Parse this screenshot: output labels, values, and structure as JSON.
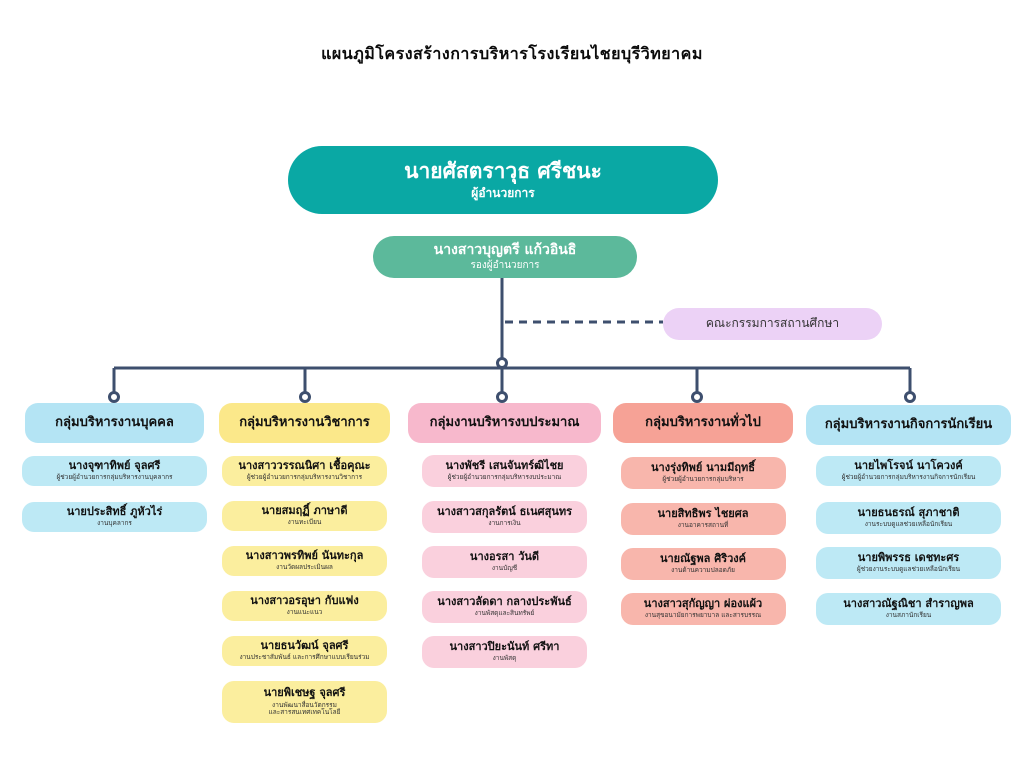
{
  "title": "แผนภูมิโครงสร้างการบริหารโรงเรียนไชยบุรีวิทยาคม",
  "colors": {
    "line": "#3e4f6e",
    "director": "#0aa8a4",
    "deputy": "#5cb99b",
    "committee": "#ecd2f6"
  },
  "director": {
    "name": "นายศัสตราวุธ ศรีชนะ",
    "role": "ผู้อำนวยการ"
  },
  "deputy": {
    "name": "นางสาวบุญตรี แก้วอินธิ",
    "role": "รองผู้อำนวยการ"
  },
  "committee": {
    "name": "คณะกรรมการสถานศึกษา"
  },
  "groups": [
    {
      "title": "กลุ่มบริหารงานบุคคล",
      "head_color": "#b4e4f4",
      "member_color": "#bde9f5",
      "members": [
        {
          "name": "นางจุฑาทิพย์ จุลศรี",
          "role": "ผู้ช่วยผู้อำนวยการกลุ่มบริหารงานบุคลากร"
        },
        {
          "name": "นายประสิทธิ์ ภูหัวไร่",
          "role": "งานบุคลากร"
        }
      ]
    },
    {
      "title": "กลุ่มบริหารงานวิชาการ",
      "head_color": "#fbe88a",
      "member_color": "#fbee9e",
      "members": [
        {
          "name": "นางสาววรรณนิศา เชื้อคุณะ",
          "role": "ผู้ช่วยผู้อำนวยการกลุ่มบริหารงานวิชาการ"
        },
        {
          "name": "นายสมฤฏิ์ ภาษาดี",
          "role": "งานทะเบียน"
        },
        {
          "name": "นางสาวพรทิพย์ นันทะกุล",
          "role": "งานวัดผลประเมินผล"
        },
        {
          "name": "นางสาวอรอุษา กับแฟง",
          "role": "งานแนะแนว"
        },
        {
          "name": "นายธนวัฒน์ จุลศรี",
          "role": "งานประชาสัมพันธ์ และการศึกษาแบบเรียนร่วม"
        },
        {
          "name": "นายพิเชษฐ จุลศรี",
          "role": "งานพัฒนาสื่อนวัตกรรม",
          "role2": "และสารสนเทศเทคโนโลยี"
        }
      ]
    },
    {
      "title": "กลุ่มงานบริหารงบประมาณ",
      "head_color": "#f7b8cc",
      "member_color": "#fad0dd",
      "members": [
        {
          "name": "นางพัชรี เสนจันทร์ฒิไชย",
          "role": "ผู้ช่วยผู้อำนวยการกลุ่มบริหารงบประมาณ"
        },
        {
          "name": "นางสาวสกุลรัตน์ ธเนศสุนทร",
          "role": "งานการเงิน"
        },
        {
          "name": "นางอรสา วันดี",
          "role": "งานบัญชี"
        },
        {
          "name": "นางสาวลัดดา กลางประพันธ์",
          "role": "งานพัสดุและสินทรัพย์"
        },
        {
          "name": "นางสาวปิยะนันท์ ศรีทา",
          "role": "งานพัสดุ"
        }
      ]
    },
    {
      "title": "กลุ่มบริหารงานทั่วไป",
      "head_color": "#f6a296",
      "member_color": "#f8b6ac",
      "members": [
        {
          "name": "นางรุ่งทิพย์ นามมีฤทธิ์",
          "role": "ผู้ช่วยผู้อำนวยการกลุ่มบริหาร"
        },
        {
          "name": "นายสิทธิพร ไชยศล",
          "role": "งานอาคารสถานที่"
        },
        {
          "name": "นายณัฐพล ศิริวงค์",
          "role": "งานด้านความปลอดภัย"
        },
        {
          "name": "นางสาวสุกัญญา ผ่องแผ้ว",
          "role": "งานสุขอนามัยการพยาบาล และสารบรรณ"
        }
      ]
    },
    {
      "title": "กลุ่มบริหารงานกิจการนักเรียน",
      "head_color": "#b4e4f4",
      "member_color": "#bde9f5",
      "members": [
        {
          "name": "นายไพโรจน์ นาโควงค์",
          "role": "ผู้ช่วยผู้อำนวยการกลุ่มบริหารงานกิจการนักเรียน"
        },
        {
          "name": "นายธนธรณ์ สุภาชาติ",
          "role": "งานระบบดูแลช่วยเหลือนักเรียน"
        },
        {
          "name": "นายพิพรรธ เดชทะศร",
          "role": "ผู้ช่วยงานระบบดูแลช่วยเหลือนักเรียน"
        },
        {
          "name": "นางสาวณัฐณิชา สำราญพล",
          "role": "งานสภานักเรียน"
        }
      ]
    }
  ]
}
